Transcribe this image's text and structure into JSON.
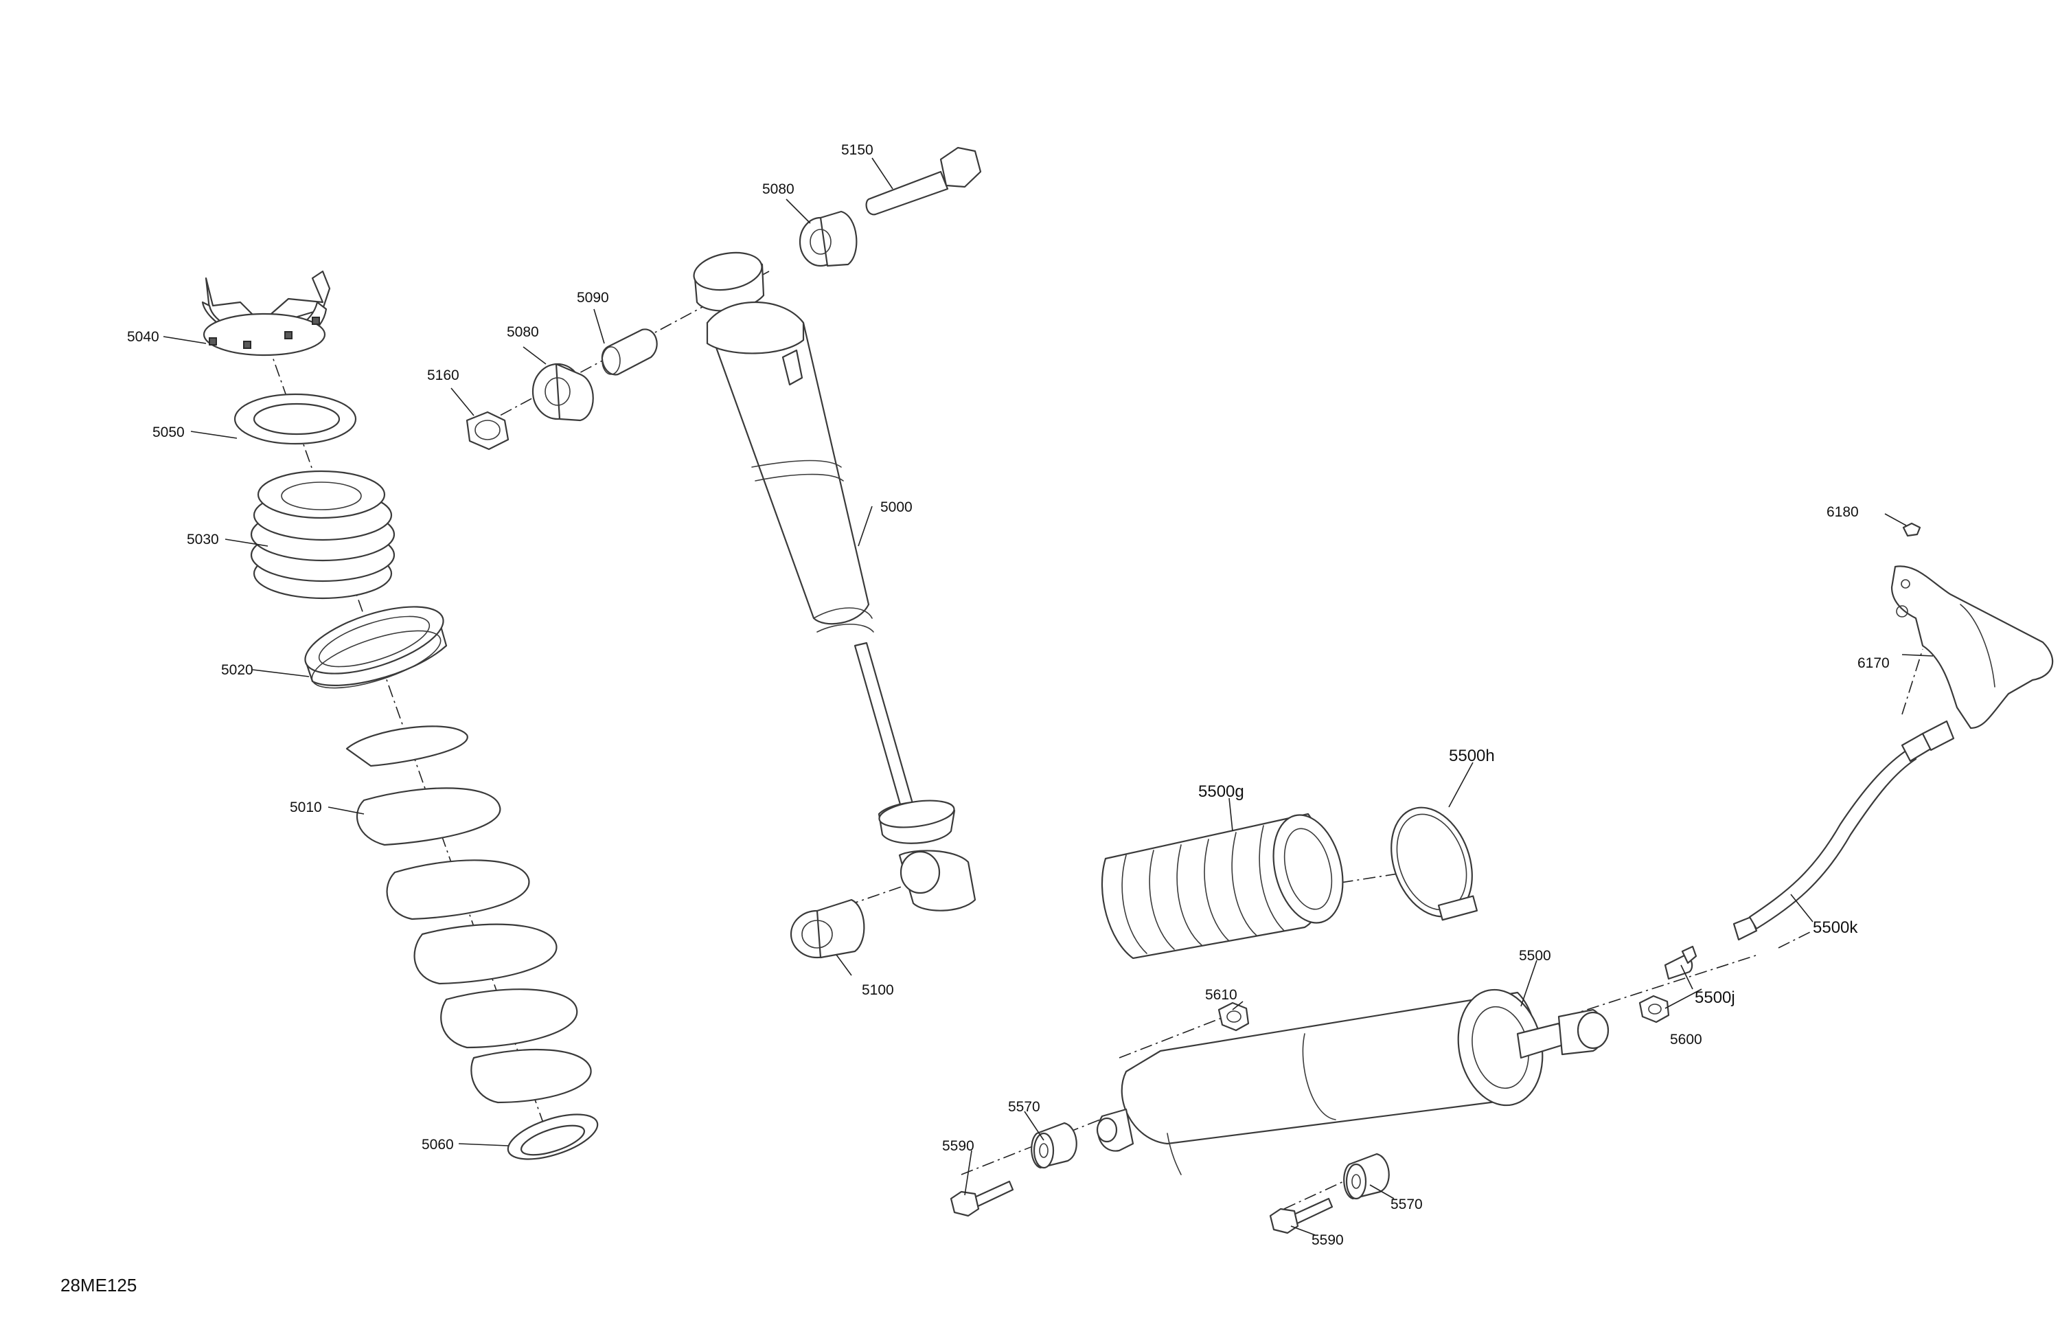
{
  "drawing_ref": "28ME125",
  "callouts": {
    "p5000": "5000",
    "p5010": "5010",
    "p5020": "5020",
    "p5030": "5030",
    "p5040": "5040",
    "p5050": "5050",
    "p5060": "5060",
    "p5080a": "5080",
    "p5080b": "5080",
    "p5090": "5090",
    "p5100": "5100",
    "p5150": "5150",
    "p5160": "5160",
    "p5500": "5500",
    "p5500g": "5500g",
    "p5500h": "5500h",
    "p5500j": "5500j",
    "p5500k": "5500k",
    "p5570a": "5570",
    "p5570b": "5570",
    "p5590a": "5590",
    "p5590b": "5590",
    "p5600": "5600",
    "p5610": "5610",
    "p6170": "6170",
    "p6180": "6180"
  }
}
